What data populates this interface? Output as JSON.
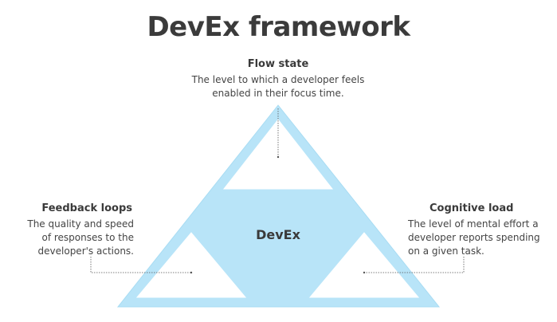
{
  "title": "DevEx framework",
  "flow_state": {
    "heading": "Flow state",
    "desc_line1": "The level to which a developer feels",
    "desc_line2": "enabled in their focus time."
  },
  "feedback_loops": {
    "heading": "Feedback loops",
    "desc_line1": "The quality and speed",
    "desc_line2": "of responses to the",
    "desc_line3": "developer's actions."
  },
  "cognitive_load": {
    "heading": "Cognitive load",
    "desc_line1": "The level of mental effort a",
    "desc_line2": "developer reports spending",
    "desc_line3": "on a given task."
  },
  "center_label": "DevEx",
  "colors": {
    "fill": "#b8e4f8",
    "stroke": "#9fd5ef",
    "text": "#3a3a3a"
  }
}
